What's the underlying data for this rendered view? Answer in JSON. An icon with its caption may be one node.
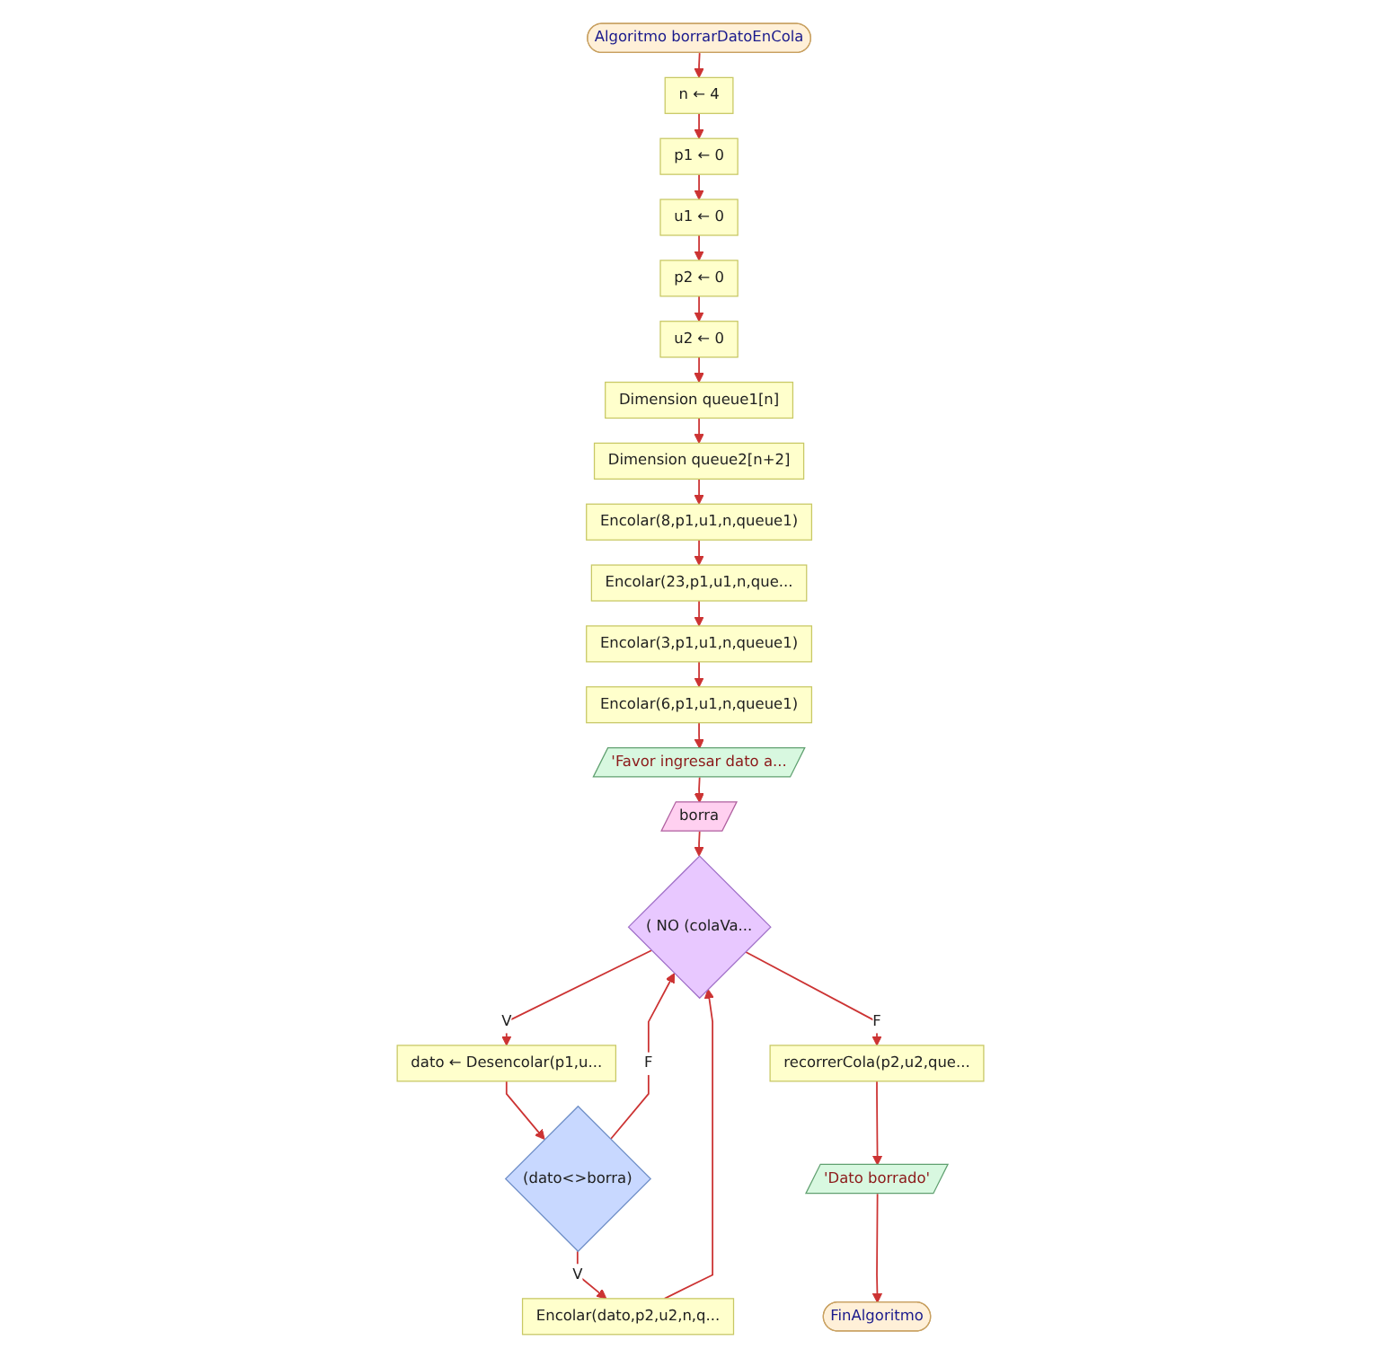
{
  "diagram": {
    "nodes": [
      {
        "text": [
          "Algoritmo borrarDatoEnCola"
        ]
      },
      {
        "text": [
          "n ← 4"
        ]
      },
      {
        "text": [
          "p1 ← 0"
        ]
      },
      {
        "text": [
          "u1 ← 0"
        ]
      },
      {
        "text": [
          "p2 ← 0"
        ]
      },
      {
        "text": [
          "u2 ← 0"
        ]
      },
      {
        "text": [
          "Dimension queue1[n]"
        ]
      },
      {
        "text": [
          "Dimension queue2[n+2]"
        ]
      },
      {
        "text": [
          "Encolar(8,p1,u1,n,queue1)"
        ]
      },
      {
        "text": [
          "Encolar(23,p1,u1,n,que..."
        ]
      },
      {
        "text": [
          "Encolar(3,p1,u1,n,queue1)"
        ]
      },
      {
        "text": [
          "Encolar(6,p1,u1,n,queue1)"
        ]
      },
      {
        "text": [
          "'Favor ingresar dato a..."
        ]
      },
      {
        "text": [
          "borra"
        ]
      },
      {
        "text": [
          "( NO (colaVa..."
        ]
      },
      {
        "text": [
          "dato ← Desencolar(p1,u..."
        ]
      },
      {
        "text": [
          "(dato<>borra)"
        ]
      },
      {
        "text": [
          "Encolar(dato,p2,u2,n,q..."
        ]
      },
      {
        "text": [
          "recorrerCola(p2,u2,que..."
        ]
      },
      {
        "text": [
          "'Dato borrado'"
        ]
      },
      {
        "text": [
          "FinAlgoritmo"
        ]
      }
    ],
    "edges": [
      {
        "from": 0,
        "to": 1,
        "arrow": "to"
      },
      {
        "from": 1,
        "to": 2,
        "arrow": "to"
      },
      {
        "from": 2,
        "to": 3,
        "arrow": "to"
      },
      {
        "from": 3,
        "to": 4,
        "arrow": "to"
      },
      {
        "from": 4,
        "to": 5,
        "arrow": "to"
      },
      {
        "from": 5,
        "to": 6,
        "arrow": "to"
      },
      {
        "from": 6,
        "to": 7,
        "arrow": "to"
      },
      {
        "from": 7,
        "to": 8,
        "arrow": "to"
      },
      {
        "from": 8,
        "to": 9,
        "arrow": "to"
      },
      {
        "from": 9,
        "to": 10,
        "arrow": "to"
      },
      {
        "from": 10,
        "to": 11,
        "arrow": "to"
      },
      {
        "from": 11,
        "to": 12,
        "arrow": "to"
      },
      {
        "from": 12,
        "to": 13,
        "arrow": "to"
      },
      {
        "from": 13,
        "to": 14,
        "arrow": "to"
      },
      {
        "from": 14,
        "to": 15,
        "arrow": "to",
        "label": "V"
      },
      {
        "from": 15,
        "to": 16,
        "arrow": "to"
      },
      {
        "from": 16,
        "to": 17,
        "arrow": "to",
        "label": "V"
      },
      {
        "from": 16,
        "to": 14,
        "arrow": "to",
        "label": "F"
      },
      {
        "from": 17,
        "to": 14,
        "arrow": "to"
      },
      {
        "from": 14,
        "to": 18,
        "arrow": "to",
        "label": "F"
      },
      {
        "from": 18,
        "to": 19,
        "arrow": "to"
      },
      {
        "from": 19,
        "to": 20,
        "arrow": "to"
      }
    ]
  }
}
